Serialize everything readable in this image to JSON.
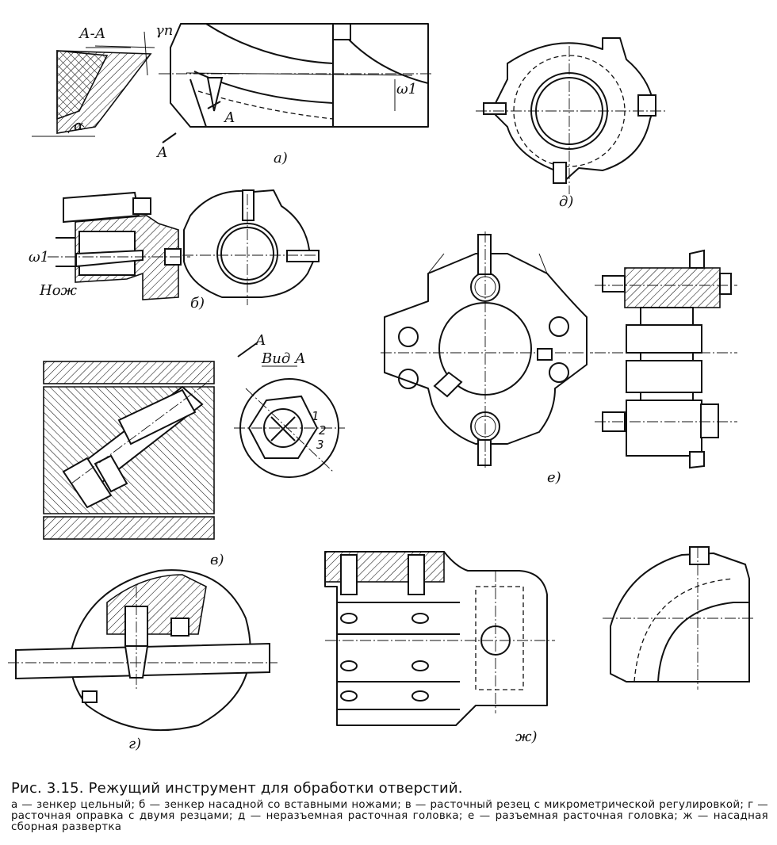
{
  "figure": {
    "labels": {
      "a": "а)",
      "b": "б)",
      "v": "в)",
      "g": "г)",
      "d": "д)",
      "e": "е)",
      "zh": "ж)"
    },
    "annotations": {
      "section_aa": "А-А",
      "gamma_n": "γп",
      "alpha": "α",
      "omega1_a": "ω1",
      "arrow_a1": "А",
      "arrow_a2": "А",
      "omega1_b": "ω1",
      "knife": "Нож",
      "view_a": "Вид А",
      "arrow_view": "А",
      "scale_1": "1",
      "scale_2": "2",
      "scale_3": "3"
    }
  },
  "caption": {
    "title": "Рис. 3.15. Режущий инструмент для обработки отверстий.",
    "text": "а — зенкер цельный; б — зенкер насадной со вставными ножами; в — расточный резец с микрометрической регулировкой; г — расточная оправка с двумя резцами; д — неразъемная расточная головка; е — разъемная расточная головка; ж — насадная сборная развертка"
  }
}
